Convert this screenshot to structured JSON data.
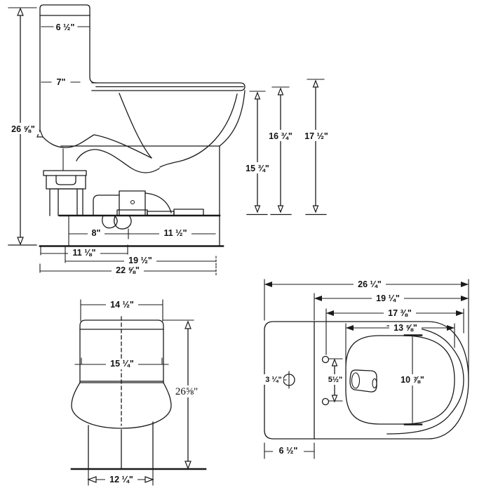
{
  "colors": {
    "line": "#1a1a1a",
    "background": "#ffffff"
  },
  "side_view": {
    "tank_width_top": "6 ½\"",
    "tank_depth_mid": "7\"",
    "overall_height": "26 ⅝\"",
    "rim_height": "15 ¾\"",
    "seat_height": "16 ¾\"",
    "tank_lid_height": "17 ½\"",
    "outlet_from_back": "8\"",
    "outlet_to_front": "11 ½\"",
    "base_length": "11 ⅛\"",
    "depth_to_tank": "19 ½\"",
    "overall_depth": "22 ⅝\""
  },
  "front_view": {
    "tank_width": "14 ½\"",
    "bowl_width": "15 ¼\"",
    "overall_height": "26⅝\"",
    "base_width": "12 ¼\""
  },
  "top_view": {
    "overall_depth": "26 ¼\"",
    "tank_front_to_tip": "19 ¼\"",
    "bolt_holes_to_tip": "17 ⅜\"",
    "bowl_length": "13 ⅝\"",
    "button_offset": "3 ¼\"",
    "bolt_hole_spacing": "5½\"",
    "bowl_width": "10 ⅞\"",
    "tank_depth": "6 ½\""
  }
}
